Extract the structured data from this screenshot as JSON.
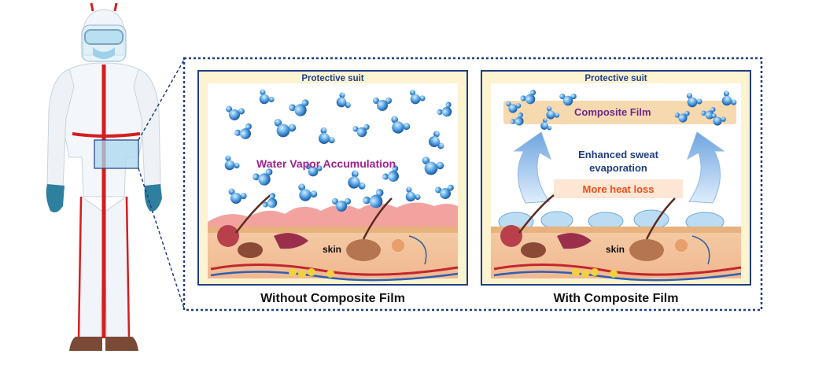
{
  "figure": {
    "left_panel": {
      "header": "Protective suit",
      "layer_label": "Water Vapor Accumulation",
      "tissue_label": "skin",
      "caption": "Without Composite Film"
    },
    "right_panel": {
      "header": "Protective suit",
      "film_label": "Composite Film",
      "sweat_label_line1": "Enhanced sweat",
      "sweat_label_line2": "evaporation",
      "heat_label": "More heat loss",
      "tissue_label": "skin",
      "caption": "With Composite Film"
    },
    "colors": {
      "panel_border": "#1f3f7f",
      "suit_background": "#fcf3d0",
      "water_molecule": "#3a8fd8",
      "skin_surface": "#f2a3a0",
      "suit_trim": "#d41e1e",
      "gloves": "#2f7f9f",
      "boots": "#7a4a36",
      "film_band": "#f7d9b0",
      "arrow": "#8fb8e8"
    }
  }
}
